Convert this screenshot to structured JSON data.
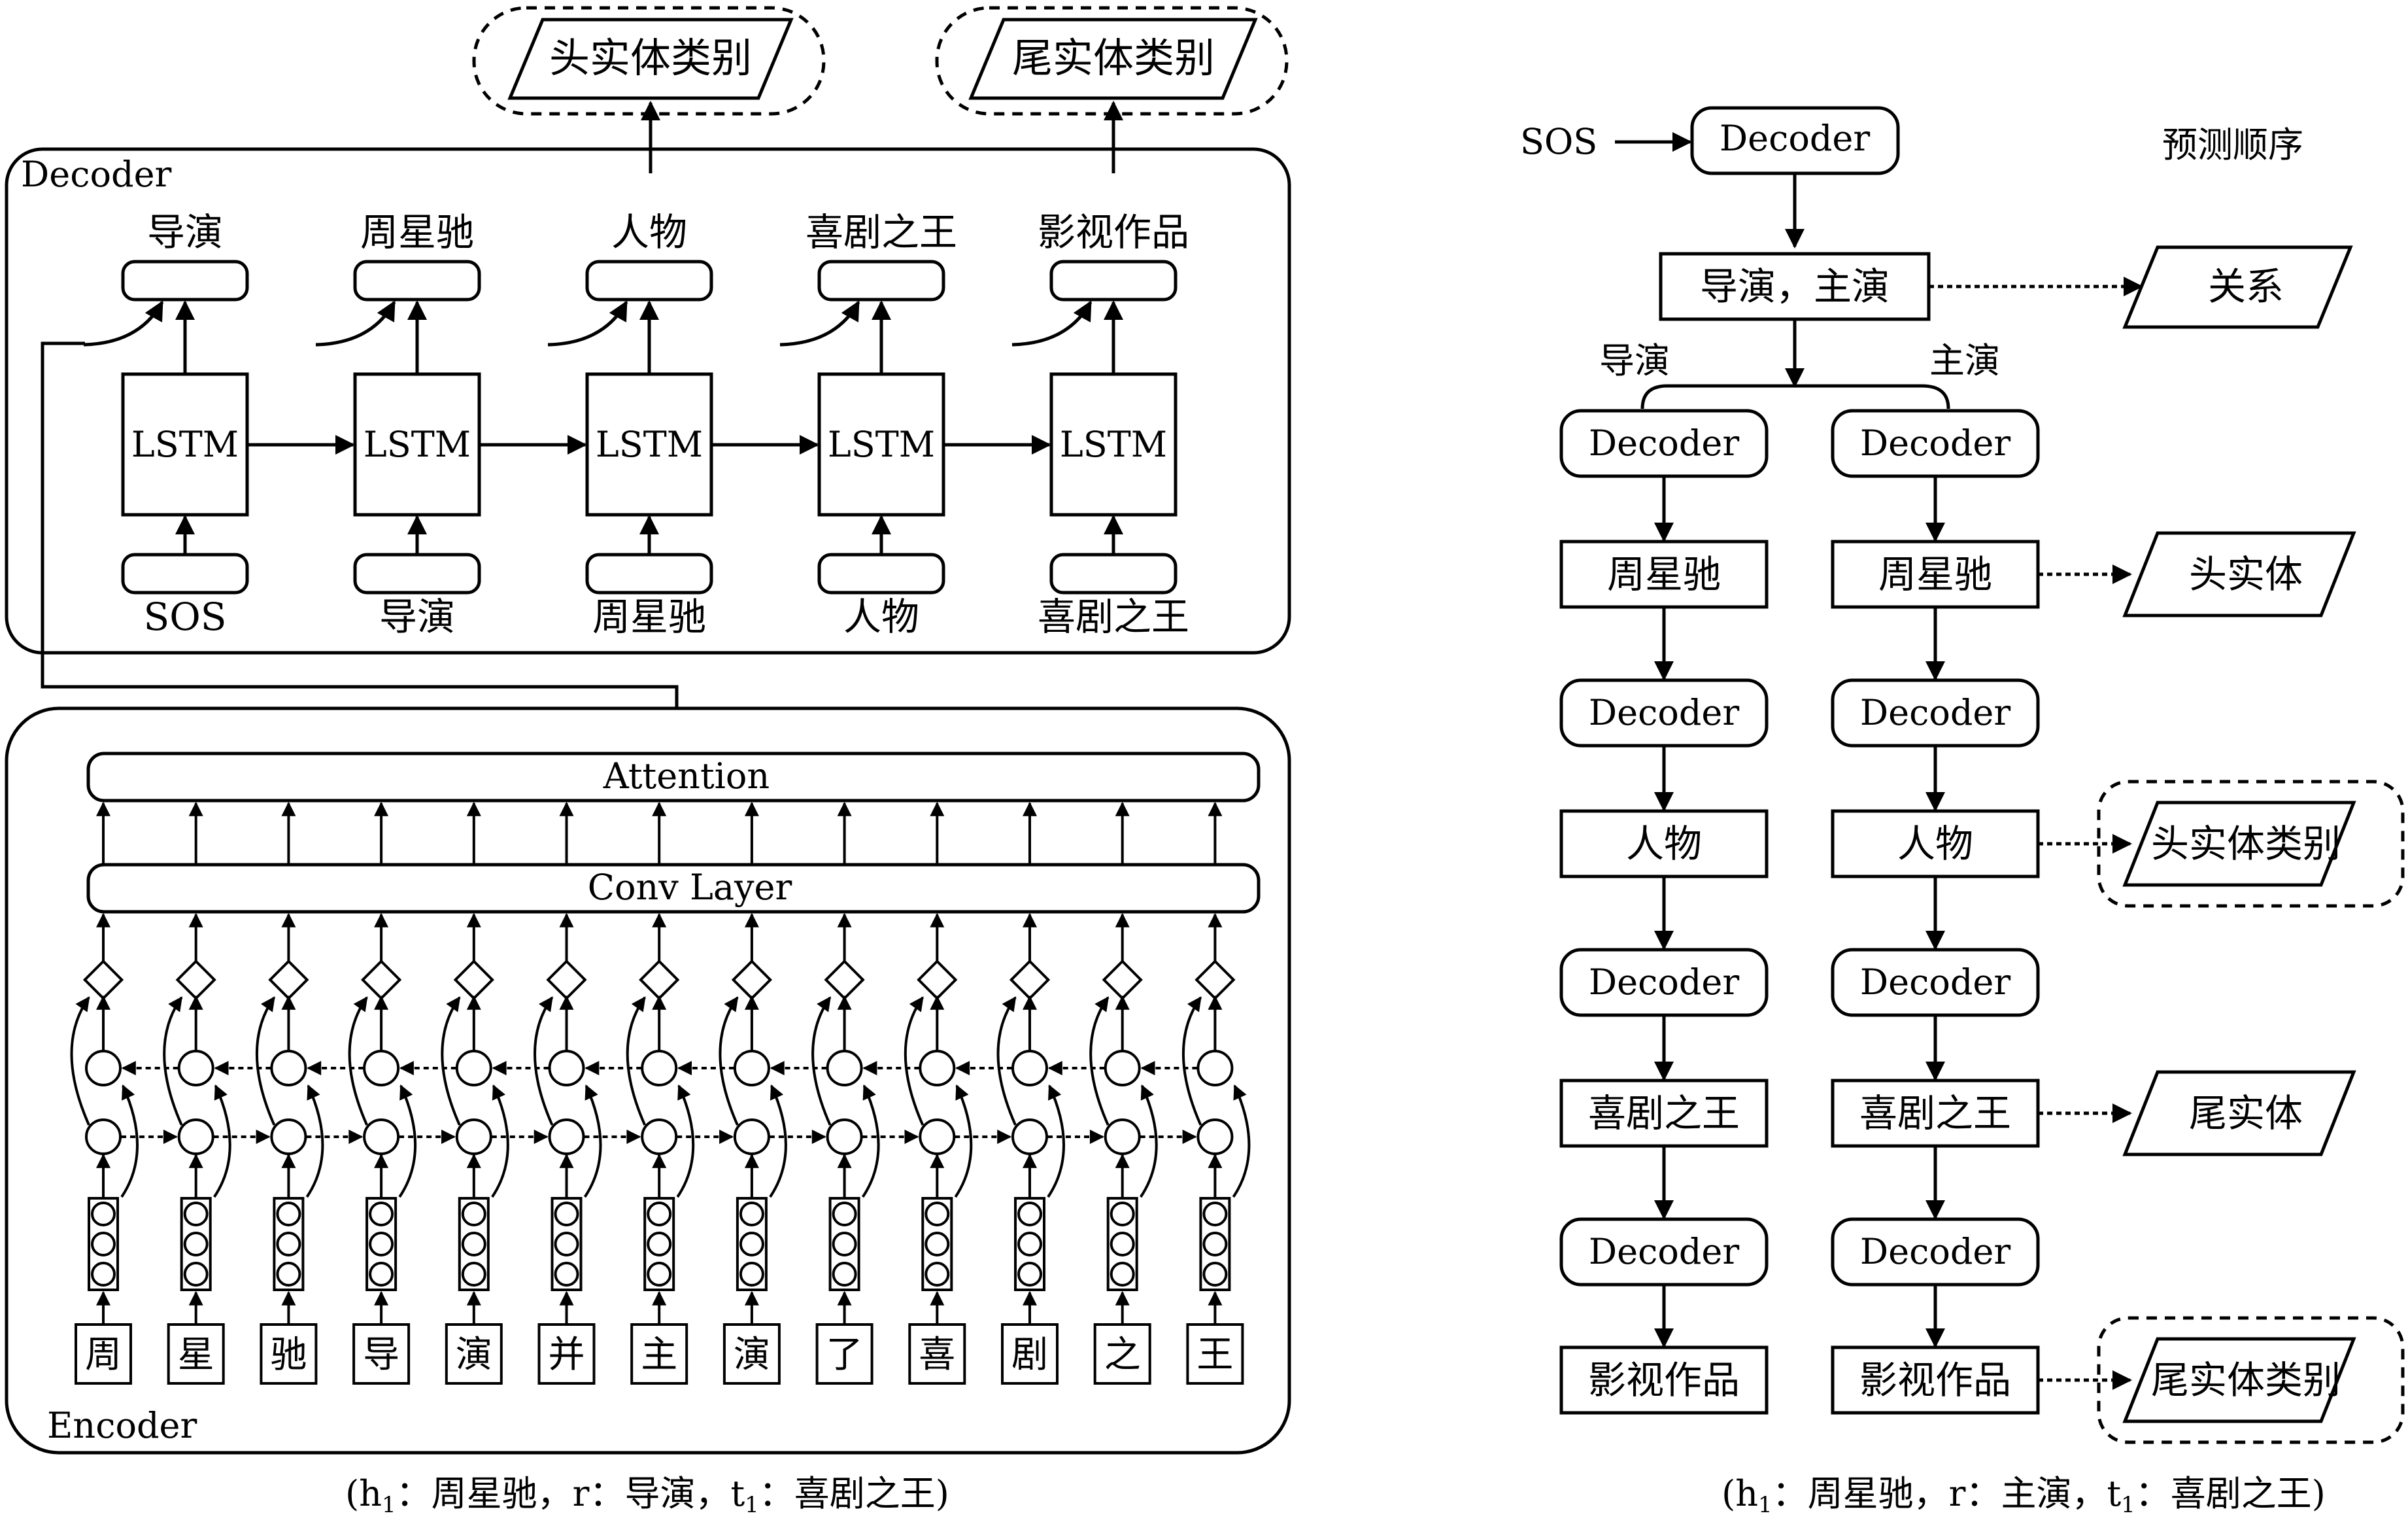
{
  "left": {
    "output_head_type": "头实体类别",
    "output_tail_type": "尾实体类别",
    "decoder_label": "Decoder",
    "decoder_outputs": [
      "导演",
      "周星驰",
      "人物",
      "喜剧之王",
      "影视作品"
    ],
    "lstm_label": "LSTM",
    "decoder_inputs": [
      "SOS",
      "导演",
      "周星驰",
      "人物",
      "喜剧之王"
    ],
    "attention_label": "Attention",
    "conv_label": "Conv Layer",
    "encoder_label": "Encoder",
    "tokens": [
      "周",
      "星",
      "驰",
      "导",
      "演",
      "并",
      "主",
      "演",
      "了",
      "喜",
      "剧",
      "之",
      "王"
    ],
    "caption_parts": [
      "(h",
      "1",
      "：周星驰，r：导演，t",
      "1",
      "：喜剧之王)"
    ]
  },
  "right": {
    "sos_label": "SOS",
    "decoder_label": "Decoder",
    "order_label": "预测顺序",
    "relation_pair": "导演，主演",
    "relation_label": "关系",
    "branch_left_label": "导演",
    "branch_right_label": "主演",
    "left_chain": [
      "周星驰",
      "人物",
      "喜剧之王",
      "影视作品"
    ],
    "right_chain": [
      "周星驰",
      "人物",
      "喜剧之王",
      "影视作品"
    ],
    "side_outputs": [
      "头实体",
      "头实体类别",
      "尾实体",
      "尾实体类别"
    ],
    "caption_parts": [
      "(h",
      "1",
      "：周星驰，r：主演，t",
      "1",
      "：喜剧之王)"
    ]
  }
}
